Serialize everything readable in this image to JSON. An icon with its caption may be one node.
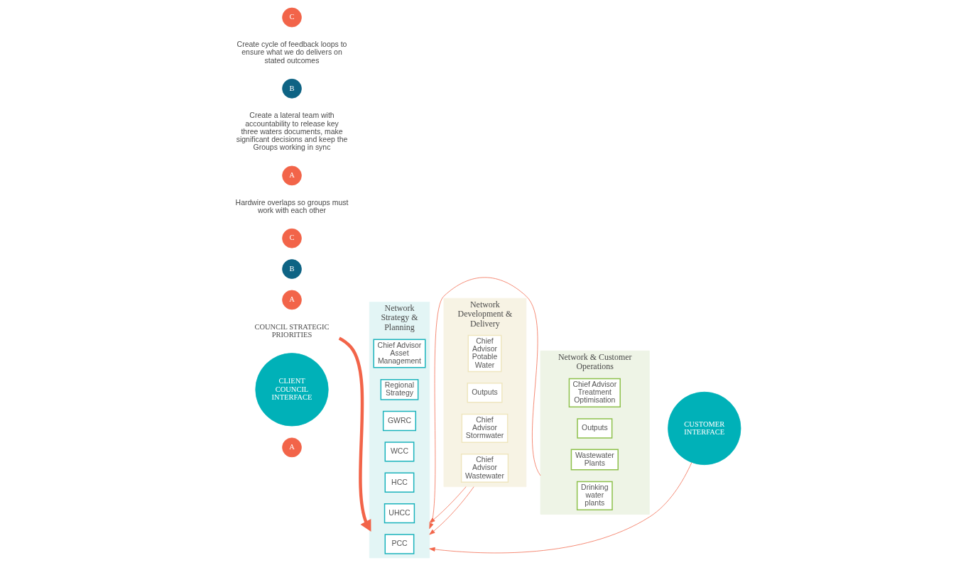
{
  "diagram": {
    "nodes": [
      {
        "text": [
          "A"
        ]
      },
      {
        "text": [
          "COUNCIL STRATEGIC PRIORITIES"
        ]
      },
      {
        "text": [
          "A"
        ]
      },
      {
        "text": [
          "Network & Customer Operations"
        ]
      },
      {
        "text": [
          "Network Development & Delivery"
        ]
      },
      {
        "text": [
          "B"
        ]
      },
      {
        "text": [
          "Network Strategy & Planning"
        ]
      },
      {
        "text": [
          "Chief Advisor Asset Management"
        ],
        "in": 6
      },
      {
        "text": [
          "Chief Advisor Potable Water"
        ],
        "in": 4
      },
      {
        "text": [
          "Outputs"
        ],
        "in": 4
      },
      {
        "text": [
          "Chief Advisor Treatment Optimisation"
        ],
        "in": 3
      },
      {
        "text": [
          "Outputs"
        ],
        "in": 3
      },
      {
        "text": [
          "CLIENT COUNCIL INTERFACE"
        ]
      },
      {
        "text": [
          "Regional Strategy"
        ],
        "in": 6
      },
      {
        "text": [
          "GWRC"
        ],
        "in": 6
      },
      {
        "text": [
          "WCC"
        ],
        "in": 6
      },
      {
        "text": [
          "HCC"
        ],
        "in": 6
      },
      {
        "text": [
          "UHCC"
        ],
        "in": 6
      },
      {
        "text": [
          "PCC"
        ],
        "in": 6
      },
      {
        "text": [
          "Chief Advisor Stormwater"
        ],
        "in": 4
      },
      {
        "text": [
          "Chief Advisor Wastewater"
        ],
        "in": 4
      },
      {
        "text": [
          "Wastewater Plants"
        ],
        "in": 3
      },
      {
        "text": [
          "Drinking water plants"
        ],
        "in": 3
      },
      {
        "text": [
          "CUSTOMER INTERFACE"
        ]
      },
      {
        "text": [
          "C"
        ]
      },
      {
        "text": [
          "A"
        ],
        "beside": [
          "Hardwire overlaps so groups must work with each other"
        ]
      },
      {
        "text": [
          "B"
        ],
        "beside": [
          "Create a lateral team with accountability to release key three waters documents, make significant decisions and keep the Groups working in sync"
        ]
      },
      {
        "text": [
          "C"
        ],
        "beside": [
          "Create cycle of feedback loops to ensure what we do delivers on stated outcomes"
        ]
      }
    ],
    "edges": [
      {
        "from": 1,
        "to": 6,
        "arrow": "to",
        "style": "thick"
      },
      {
        "from": 4,
        "to": 6,
        "arrow": "to"
      },
      {
        "from": 4,
        "to": 6,
        "arrow": "to"
      },
      {
        "from": 23,
        "to": 6,
        "arrow": "to"
      },
      {
        "from": 3,
        "to": 6,
        "arrow": "to"
      }
    ]
  }
}
